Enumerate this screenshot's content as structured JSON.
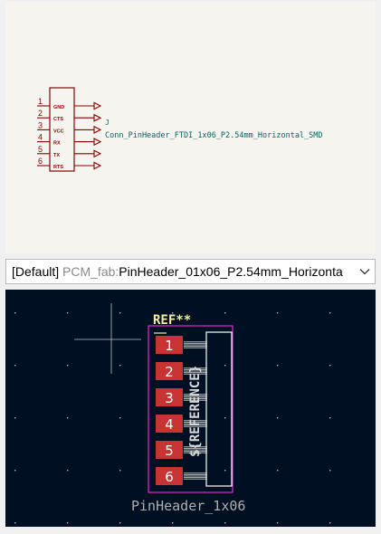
{
  "symbol": {
    "reference": "J",
    "value": "Conn_PinHeader_FTDI_1x06_P2.54mm_Horizontal_SMD",
    "pins": [
      {
        "number": "1",
        "name": "GND"
      },
      {
        "number": "2",
        "name": "CTS"
      },
      {
        "number": "3",
        "name": "VCC"
      },
      {
        "number": "4",
        "name": "RX"
      },
      {
        "number": "5",
        "name": "TX"
      },
      {
        "number": "6",
        "name": "RTS"
      }
    ]
  },
  "footprint_selector": {
    "prefix": "[Default]",
    "library": "PCM_fab:",
    "name": "PinHeader_01x06_P2.54mm_Horizonta"
  },
  "footprint_preview": {
    "ref_label": "REF**",
    "value_label": "PinHeader_1x06",
    "fab_reference": "${REFERENCE}",
    "pads": [
      "1",
      "2",
      "3",
      "4",
      "5",
      "6"
    ]
  },
  "colors": {
    "symbol_body": "#8b0000",
    "symbol_text": "#006464",
    "pcb_background": "#001023",
    "pad_fill": "#c83434",
    "courtyard": "#ff26e2",
    "silkscreen": "#f2eda1",
    "fab_layer": "#afafaf"
  }
}
